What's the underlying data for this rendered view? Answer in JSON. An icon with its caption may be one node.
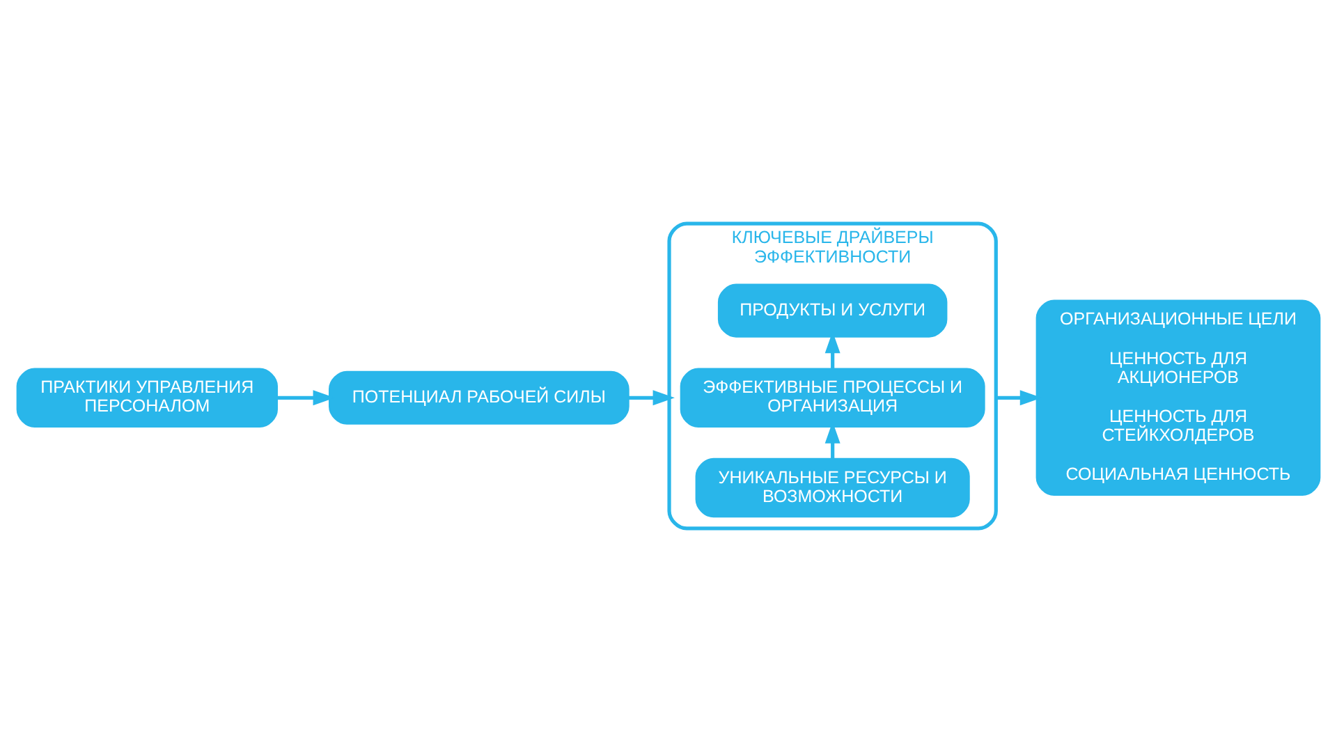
{
  "diagram": {
    "nodes": [
      {
        "text": [
          "ПРАКТИКИ УПРАВЛЕНИЯ ПЕРСОНАЛОМ"
        ]
      },
      {
        "text": [
          "ПОТЕНЦИАЛ РАБОЧЕЙ СИЛЫ"
        ]
      },
      {
        "text": [
          "КЛЮЧЕВЫЕ ДРАЙВЕРЫ ЭФФЕКТИВНОСТИ"
        ]
      },
      {
        "text": [
          "УНИКАЛЬНЫЕ РЕСУРСЫ И ВОЗМОЖНОСТИ"
        ],
        "in": 2
      },
      {
        "text": [
          "ЭФФЕКТИВНЫЕ ПРОЦЕССЫ И ОРГАНИЗАЦИЯ"
        ],
        "in": 2
      },
      {
        "text": [
          "ПРОДУКТЫ И УСЛУГИ"
        ],
        "in": 2
      },
      {
        "text": [
          "ОРГАНИЗАЦИОННЫЕ ЦЕЛИ",
          "ЦЕННОСТЬ ДЛЯ АКЦИОНЕРОВ",
          "ЦЕННОСТЬ ДЛЯ СТЕЙКХОЛДЕРОВ",
          "СОЦИАЛЬНАЯ ЦЕННОСТЬ"
        ]
      }
    ],
    "edges": [
      {
        "from": 0,
        "to": 1,
        "arrow": "to"
      },
      {
        "from": 1,
        "to": 2,
        "arrow": "to"
      },
      {
        "from": 3,
        "to": 4,
        "arrow": "to"
      },
      {
        "from": 4,
        "to": 5,
        "arrow": "to"
      },
      {
        "from": 2,
        "to": 6,
        "arrow": "to"
      }
    ]
  }
}
